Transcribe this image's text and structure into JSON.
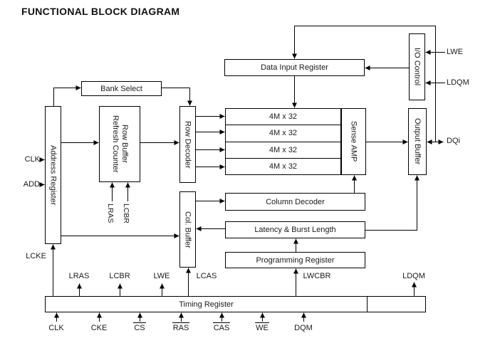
{
  "title": "FUNCTIONAL BLOCK DIAGRAM",
  "colors": {
    "line": "#000000",
    "text": "#1a1a1a",
    "background": "#ffffff"
  },
  "blocks": {
    "bank_select": "Bank Select",
    "address_register": "Address Register",
    "row_buffer_line1": "Row Buffer",
    "row_buffer_line2": "Refresh Counter",
    "row_decoder": "Row Decoder",
    "col_buffer": "Col. Buffer",
    "data_input_register": "Data Input Register",
    "io_control": "I/O Control",
    "sense_amp": "Sense AMP",
    "output_buffer": "Output Buffer",
    "column_decoder": "Column Decoder",
    "latency_burst_length": "Latency & Burst Length",
    "programming_register": "Programming Register",
    "timing_register": "Timing Register"
  },
  "banks": [
    "4M x 32",
    "4M x 32",
    "4M x 32",
    "4M x 32"
  ],
  "signals": {
    "clk": "CLK",
    "add": "ADD",
    "lcke": "LCKE",
    "lras_refresh": "LRAS",
    "lcbr_refresh": "LCBR",
    "lwe_io": "LWE",
    "ldqm_io": "LDQM",
    "dqi": "DQi",
    "lras": "LRAS",
    "lcbr": "LCBR",
    "lwe": "LWE",
    "lcas": "LCAS",
    "lwcbr": "LWCBR",
    "ldqm": "LDQM"
  },
  "pins": [
    {
      "label": "CLK",
      "overline": false
    },
    {
      "label": "CKE",
      "overline": false
    },
    {
      "label": "CS",
      "overline": true
    },
    {
      "label": "RAS",
      "overline": true
    },
    {
      "label": "CAS",
      "overline": true
    },
    {
      "label": "WE",
      "overline": true
    },
    {
      "label": "DQM",
      "overline": false
    }
  ]
}
